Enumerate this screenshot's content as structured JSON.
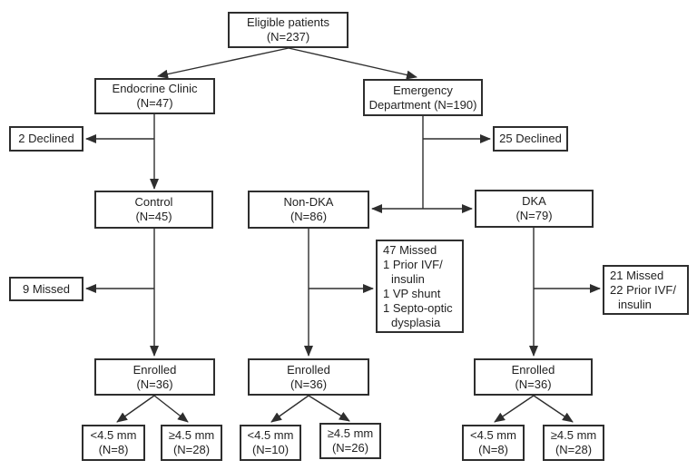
{
  "diagram": {
    "boxes": {
      "eligible": {
        "line1": "Eligible patients",
        "line2": "(N=237)"
      },
      "endocrine": {
        "line1": "Endocrine Clinic",
        "line2": "(N=47)"
      },
      "emergency": {
        "line1": "Emergency",
        "line2": "Department (N=190)"
      },
      "declined_endocrine": {
        "label": "2 Declined"
      },
      "declined_emergency": {
        "label": "25 Declined"
      },
      "control": {
        "line1": "Control",
        "line2": "(N=45)"
      },
      "non_dka": {
        "line1": "Non-DKA",
        "line2": "(N=86)"
      },
      "dka": {
        "line1": "DKA",
        "line2": "(N=79)"
      },
      "missed_control": {
        "label": "9 Missed"
      },
      "missed_non_dka": {
        "lines": [
          "47 Missed",
          "1 Prior IVF/",
          "insulin",
          "1 VP shunt",
          "1 Septo-optic",
          "dysplasia"
        ]
      },
      "missed_dka": {
        "lines": [
          "21 Missed",
          "22 Prior IVF/",
          "insulin"
        ]
      },
      "enrolled_control": {
        "line1": "Enrolled",
        "line2": "(N=36)"
      },
      "enrolled_non_dka": {
        "line1": "Enrolled",
        "line2": "(N=36)"
      },
      "enrolled_dka": {
        "line1": "Enrolled",
        "line2": "(N=36)"
      },
      "control_lt45": {
        "line1": "<4.5 mm",
        "line2": "(N=8)"
      },
      "control_ge45": {
        "line1": "≥4.5 mm",
        "line2": "(N=28)"
      },
      "non_dka_lt45": {
        "line1": "<4.5 mm",
        "line2": "(N=10)"
      },
      "non_dka_ge45": {
        "line1": "≥4.5 mm",
        "line2": "(N=26)"
      },
      "dka_lt45": {
        "line1": "<4.5 mm",
        "line2": "(N=8)"
      },
      "dka_ge45": {
        "line1": "≥4.5 mm",
        "line2": "(N=28)"
      }
    },
    "colors": {
      "border": "#2e2e2e",
      "line": "#2e2e2e",
      "text": "#222222",
      "background": "#ffffff"
    }
  }
}
